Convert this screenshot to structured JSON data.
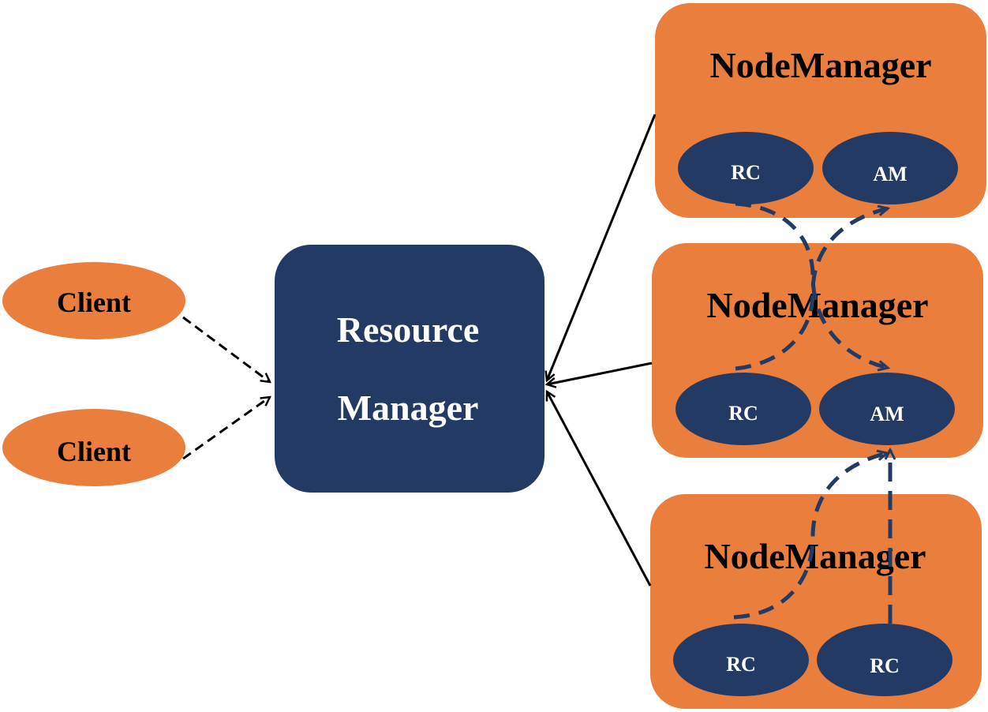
{
  "colors": {
    "orange": "#E97E3D",
    "navy": "#223A64",
    "black": "#000000",
    "white": "#FFFFFF"
  },
  "clients": [
    {
      "label": "Client"
    },
    {
      "label": "Client"
    }
  ],
  "resource_manager": {
    "line1": "Resource",
    "line2": "Manager"
  },
  "node_managers": [
    {
      "title": "NodeManager",
      "containers": [
        "RC",
        "AM"
      ]
    },
    {
      "title": "NodeManager",
      "containers": [
        "RC",
        "AM"
      ]
    },
    {
      "title": "NodeManager",
      "containers": [
        "RC",
        "RC"
      ]
    }
  ]
}
